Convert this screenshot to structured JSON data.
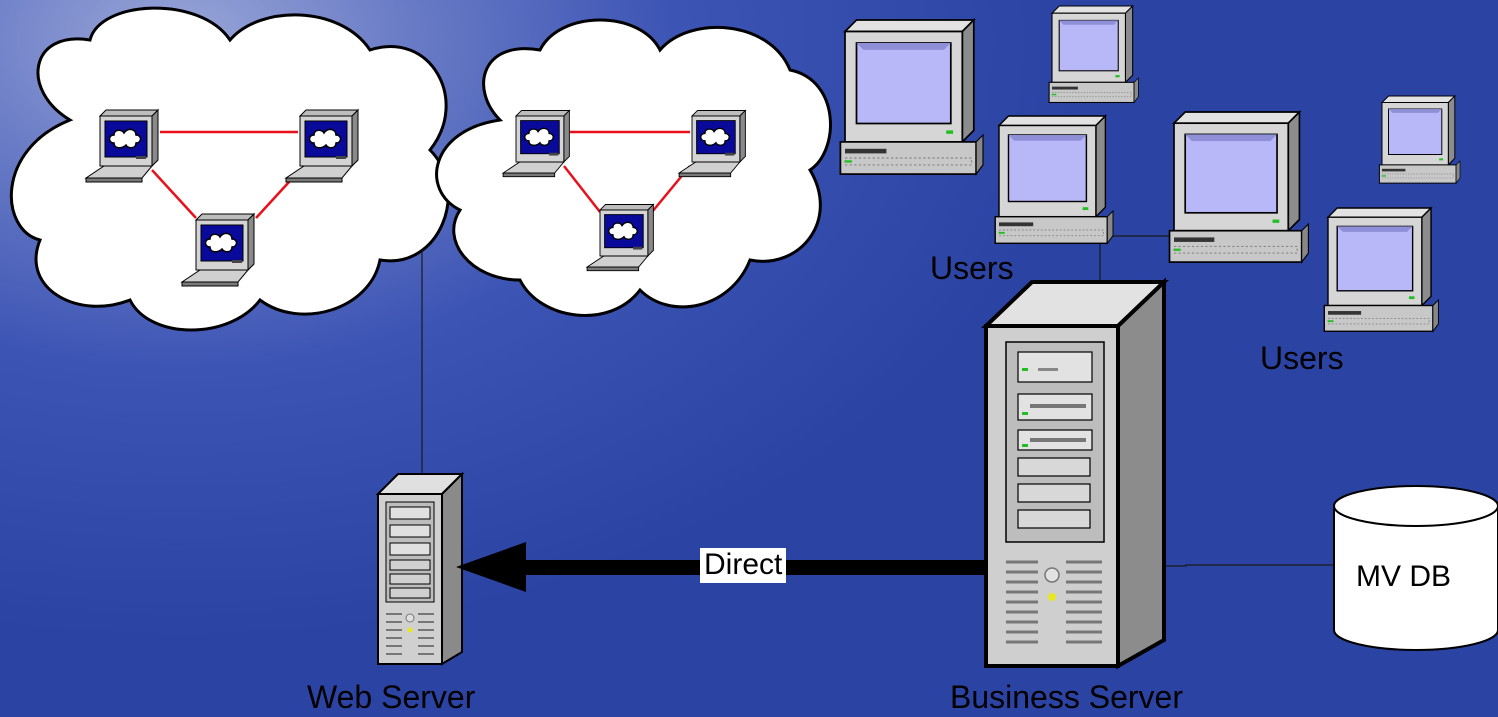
{
  "labels": {
    "users_top": "Users",
    "users_right": "Users",
    "web_server": "Web Server",
    "business_server": "Business Server",
    "direct": "Direct",
    "mv_db": "MV DB"
  },
  "colors": {
    "background_dark": "#2b43a3",
    "background_light": "#9aa6d8",
    "cloud_link": "#e8101a",
    "monitor_screen": "#b8b8f8",
    "cloud_monitor_screen": "#0a0a9a",
    "case_gray": "#c8c8c8",
    "arrow": "#000000"
  },
  "icons": [
    "cloud-icon",
    "laptop-icon",
    "desktop-computer-icon",
    "server-tower-icon",
    "database-cylinder-icon",
    "arrow-left-icon"
  ]
}
